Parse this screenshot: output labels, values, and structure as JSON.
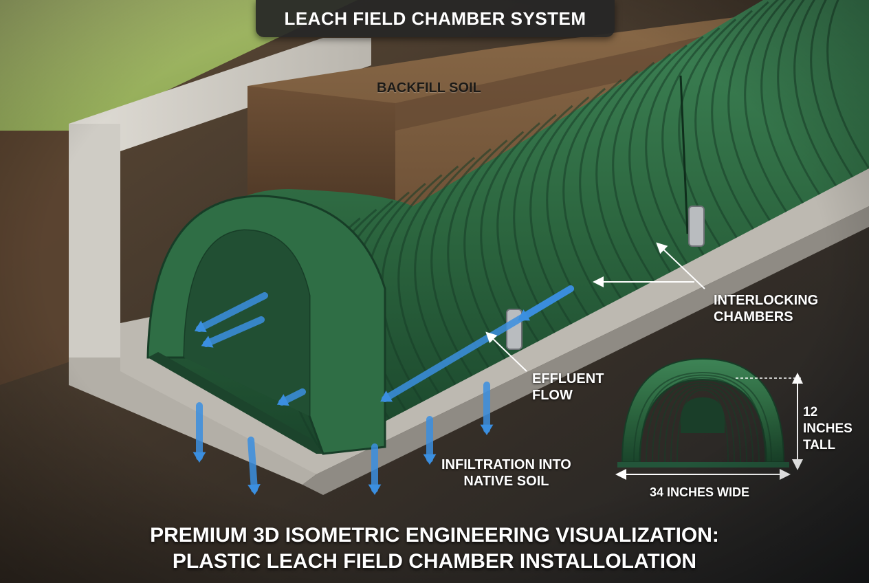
{
  "title": "LEACH FIELD CHAMBER SYSTEM",
  "labels": {
    "backfill": "BACKFILL SOIL",
    "interlocking_line1": "INTERLOCKING",
    "interlocking_line2": "CHAMBERS",
    "effluent_line1": "EFFLUENT",
    "effluent_line2": "FLOW",
    "infiltration_line1": "INFILTRATION INTO",
    "infiltration_line2": "NATIVE SOIL",
    "height_line1": "12",
    "height_line2": "INCHES",
    "height_line3": "TALL",
    "width": "34 INCHES WIDE"
  },
  "caption": {
    "line1": "PREMIUM 3D ISOMETRIC ENGINEERING VISUALIZATION:",
    "line2": "PLASTIC LEACH FIELD CHAMBER INSTALLOLATION"
  },
  "colors": {
    "chamber_green": "#2f6b45",
    "chamber_dark": "#1d4a2f",
    "soil": "#7a5b3e",
    "concrete": "#c9c6bf",
    "grass": "#8fae4f",
    "flow_arrow": "#3b8fe0"
  }
}
